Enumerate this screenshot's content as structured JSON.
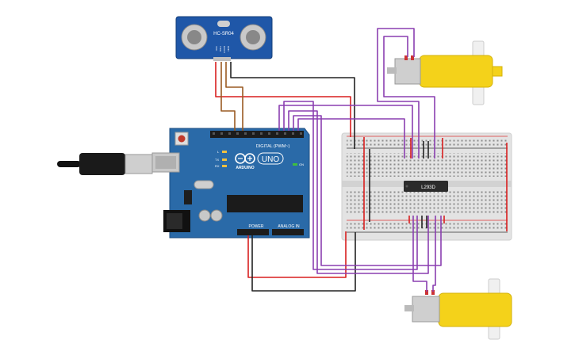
{
  "sensor": {
    "label": "HC-SR04",
    "pins": [
      "VCC",
      "TRIG",
      "ECHO",
      "GND"
    ]
  },
  "arduino": {
    "brand": "ARDUINO",
    "model": "UNO",
    "digital_label": "DIGITAL (PWM~)",
    "power_label": "POWER",
    "analog_label": "ANALOG IN",
    "on_label": "ON",
    "l_label": "L",
    "tx_label": "TX",
    "rx_label": "RX"
  },
  "driver": {
    "label": "L293D"
  },
  "colors": {
    "board": "#2a6aa8",
    "breadboard": "#e2e2e2",
    "wire_red": "#d91f1f",
    "wire_black": "#222222",
    "wire_purple": "#8a3fb0",
    "wire_brown": "#9a5a22",
    "motor": "#f4d21a",
    "sensor": "#1f57a8"
  }
}
